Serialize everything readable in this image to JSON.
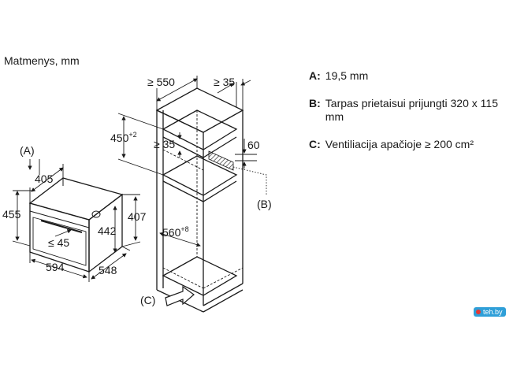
{
  "title": "Matmenys, mm",
  "legend": [
    {
      "key": "A:",
      "text": "19,5 mm"
    },
    {
      "key": "B:",
      "text": "Tarpas prietaisui prijungti 320 x 115 mm"
    },
    {
      "key": "C:",
      "text": "Ventiliacija apačioje ≥ 200 cm²"
    }
  ],
  "oven_labels": {
    "a_marker": "(A)",
    "depth_front": "405",
    "height_total": "455",
    "height_body": "442",
    "height_side": "407",
    "gap_max": "≤ 45",
    "width": "594",
    "depth": "548"
  },
  "cabinet_labels": {
    "depth_min": "≥ 550",
    "side_min": "≥ 35",
    "height_niche": "450",
    "height_niche_tol": "+2",
    "top_gap": "≥ 35",
    "back_gap": "60",
    "b_marker": "(B)",
    "c_marker": "(C)",
    "width_niche": "560",
    "width_niche_tol": "+8"
  },
  "watermark": "teh.by",
  "colors": {
    "line": "#1a1a1a",
    "connection_gap_fill": "#555555",
    "watermark_bg": "#2f9fd8"
  }
}
